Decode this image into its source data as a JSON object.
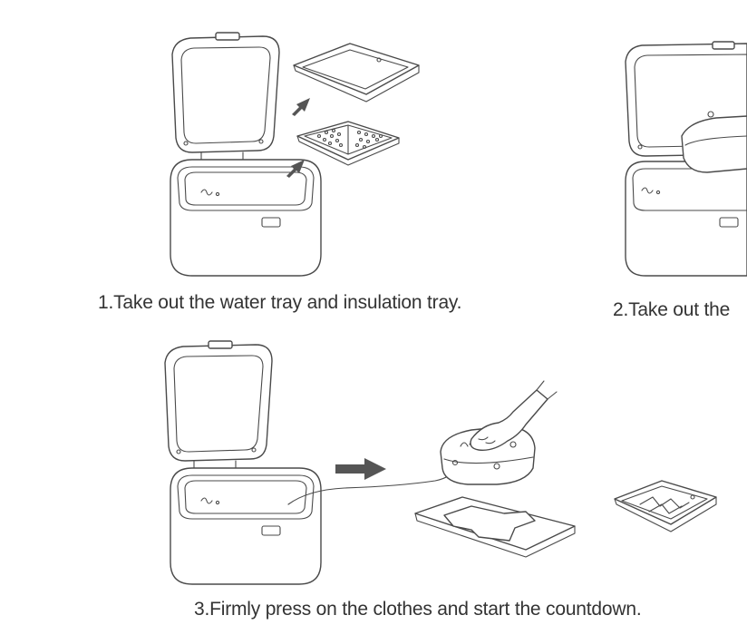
{
  "steps": [
    {
      "caption": "1.Take out the water tray and insulation tray."
    },
    {
      "caption": "2.Take out the"
    },
    {
      "caption": "3.Firmly press on the clothes and start the countdown."
    }
  ]
}
